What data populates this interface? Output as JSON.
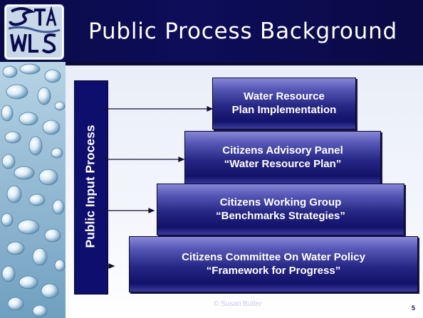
{
  "slide": {
    "title": "Public Process Background",
    "vertical_label": "Public Input Process",
    "tiers": [
      {
        "line1": "Water Resource",
        "line2": "Plan Implementation"
      },
      {
        "line1": "Citizens Advisory Panel",
        "line2": "“Water Resource Plan”"
      },
      {
        "line1": "Citizens Working Group",
        "line2": "“Benchmarks Strategies”"
      },
      {
        "line1": "Citizens Committee On Water Policy",
        "line2": "“Framework for Progress”"
      }
    ],
    "copyright": "© Susan Butler",
    "page_number": "5"
  },
  "colors": {
    "header": "#0a0a48",
    "tier_dark": "#12126a",
    "tier_light": "#8888d8",
    "bar": "#0e0e6e",
    "content_bg": "#eef2fa"
  },
  "icons": {
    "logo": "swa-logo",
    "sidebar_image": "water-droplets-photo"
  }
}
